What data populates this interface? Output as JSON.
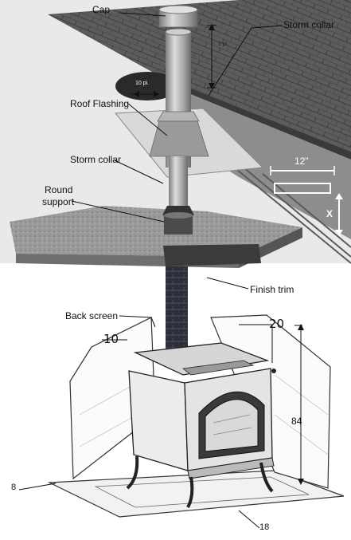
{
  "labels": {
    "cap": "Cap",
    "storm_collar_top": "Storm collar",
    "dim_2pi": "2 pi.",
    "dim_10pi": "10 pi.",
    "roof_flashing": "Roof Flashing",
    "storm_collar_mid": "Storm collar",
    "round_support_1": "Round",
    "round_support_2": "support",
    "dim_12": "12\"",
    "dim_x": "X",
    "finish_trim": "Finish trim",
    "back_screen": "Back screen",
    "dim_10": "10",
    "dim_20": "20",
    "dim_84": "84",
    "dim_8": "8",
    "dim_18": "18"
  }
}
